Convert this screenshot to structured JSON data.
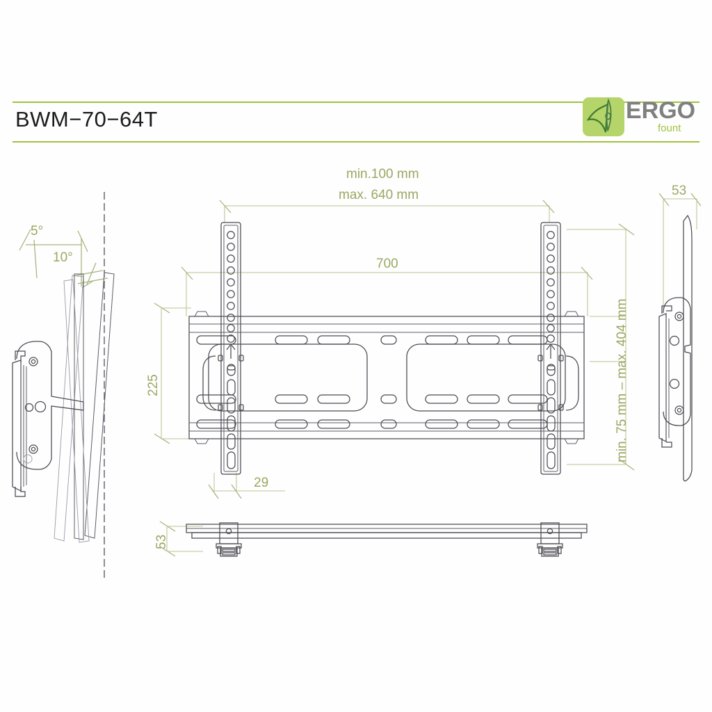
{
  "header": {
    "model": "BWM−70−64T",
    "brand": "ERGO",
    "brand_sub": "fount",
    "accent_color": "#9fc23c",
    "logo_bg": "#b5d46a",
    "brand_color": "#808080"
  },
  "dimensions": {
    "vesa_min": "min.100 mm",
    "vesa_max": "max. 640 mm",
    "plate_width": "700",
    "plate_height": "225",
    "vesa_vertical": "min. 75 mm – max. 404 mm",
    "bar_offset": "29",
    "depth_front": "53",
    "depth_side": "53",
    "tilt_small": "5°",
    "tilt_large": "10°"
  },
  "chart_data": {
    "type": "table",
    "title": "BWM−70−64T wall mount technical drawing",
    "annotations": [
      "min.100 mm",
      "max. 640 mm",
      "700",
      "225",
      "min. 75 mm – max. 404 mm",
      "29",
      "53",
      "53",
      "5°",
      "10°"
    ]
  },
  "views": {
    "left": "tilt-side-view",
    "main": "front-view",
    "right": "depth-side-view",
    "bottom": "top-view"
  }
}
